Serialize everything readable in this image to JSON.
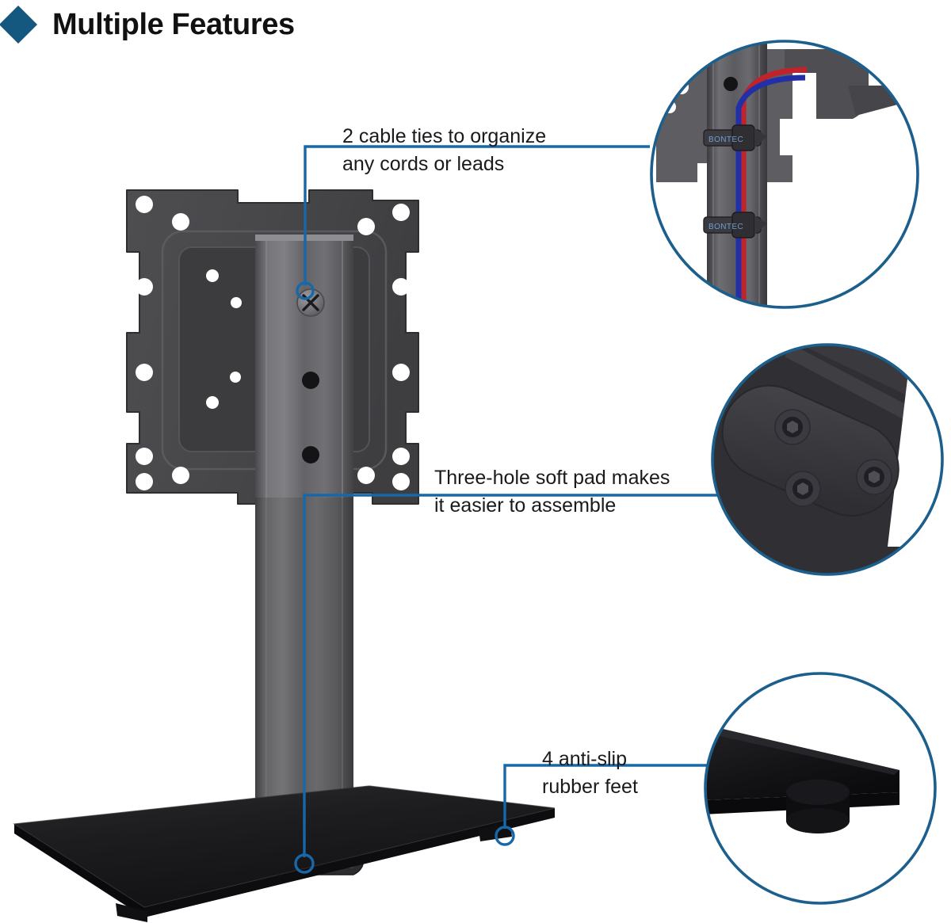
{
  "header": {
    "title": "Multiple Features",
    "bullet_icon": "diamond-icon",
    "bullet_color": "#15587f"
  },
  "theme": {
    "accent_blue": "#15587f",
    "leader_blue": "#1668a8",
    "circle_ring": "#1c5f8c",
    "bracket_gray": "#4a4a4d",
    "pole_gray": "#5a5a5d",
    "base_black": "#171717",
    "text_dark": "#1a1a1a",
    "page_bg": "#ffffff",
    "cable_red": "#c0232b",
    "cable_blue": "#2230a8"
  },
  "callouts": [
    {
      "id": "cable-ties",
      "line1": "2 cable ties to organize",
      "line2": "any cords or leads",
      "marker": "pole-upper-screw",
      "detail_circle": "cable-tie-detail"
    },
    {
      "id": "soft-pad",
      "line1": "Three-hole soft pad makes",
      "line2": "it easier to assemble",
      "marker": "pole-base-collar",
      "detail_circle": "soft-pad-detail"
    },
    {
      "id": "rubber-feet",
      "line1": "4 anti-slip",
      "line2": "rubber feet",
      "marker": "base-corner-foot",
      "detail_circle": "rubber-foot-detail"
    }
  ],
  "product": {
    "name": "tv-stand-with-vesa-bracket",
    "parts": [
      {
        "name": "vesa-mount-plate",
        "color": "#4a4a4d"
      },
      {
        "name": "support-pole",
        "color": "#5a5a5d"
      },
      {
        "name": "base-plate",
        "color": "#171717"
      },
      {
        "name": "pole-collar",
        "color": "#2a2a2c"
      },
      {
        "name": "rubber-foot",
        "color": "#151515"
      },
      {
        "name": "phillips-screw",
        "color": "#7d7d80"
      }
    ]
  },
  "detail_circles": [
    {
      "id": "cable-tie-detail",
      "caption_ref": "cable-ties",
      "contents": [
        "support-pole",
        "vesa-bracket-edge",
        "cable-tie-strap",
        "red-cable",
        "blue-cable"
      ],
      "strap_brand": "BONTEC"
    },
    {
      "id": "soft-pad-detail",
      "caption_ref": "soft-pad",
      "contents": [
        "oval-soft-pad",
        "hex-screw",
        "hex-screw",
        "hex-screw"
      ]
    },
    {
      "id": "rubber-foot-detail",
      "caption_ref": "rubber-feet",
      "contents": [
        "base-plate-corner",
        "cylindrical-rubber-foot"
      ]
    }
  ]
}
